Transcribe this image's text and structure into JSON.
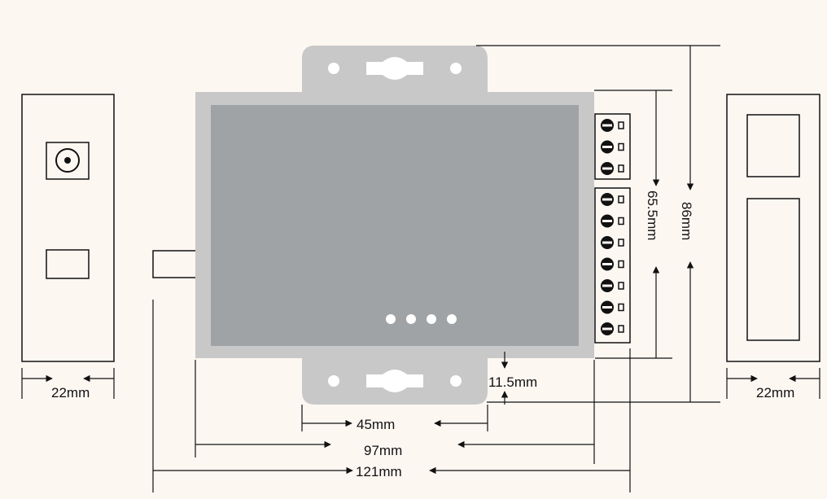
{
  "dimensions": {
    "left_side_width": "22mm",
    "right_side_width": "22mm",
    "mount_hole_spacing": "45mm",
    "body_width": "97mm",
    "overall_width": "121mm",
    "body_height": "65.5mm",
    "overall_height": "86mm",
    "ear_height": "11.5mm"
  },
  "terminals": {
    "upper_block_count": 3,
    "lower_block_count": 7
  },
  "led_count": 4,
  "colors": {
    "background": "#fdf7f2",
    "enclosure": "#c8c8c8",
    "panel": "#a0a3a5",
    "line": "#111111"
  }
}
